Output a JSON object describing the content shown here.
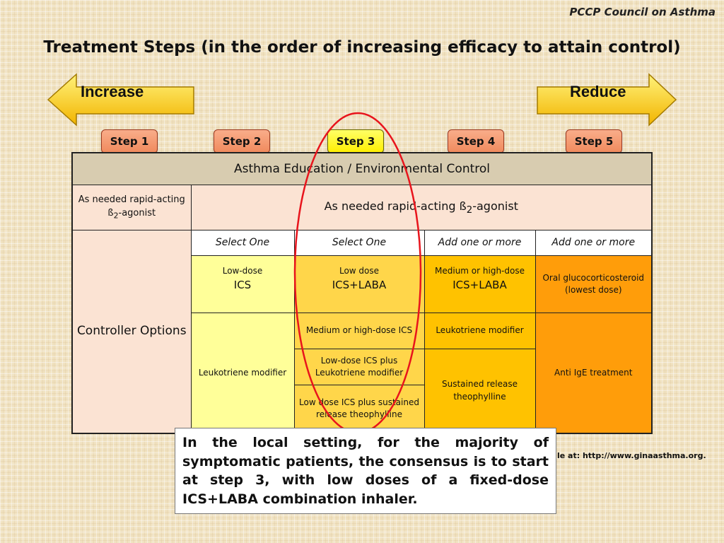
{
  "header": {
    "org": "PCCP  Council on Asthma"
  },
  "title": "Treatment Steps (in the order of increasing efficacy to attain control)",
  "arrows": {
    "left_label": "Increase",
    "right_label": "Reduce"
  },
  "steps": [
    "Step 1",
    "Step 2",
    "Step 3",
    "Step 4",
    "Step 5"
  ],
  "active_step": "Step 3",
  "table": {
    "education": "Asthma Education / Environmental Control",
    "rescue_left_pre": "As needed rapid-acting ß",
    "rescue_left_sub": "2",
    "rescue_left_post": "-agonist",
    "rescue_wide_pre": "As needed rapid-acting ß",
    "rescue_wide_sub": "2",
    "rescue_wide_post": "-agonist",
    "controller_label": "Controller Options",
    "select_headers": [
      "Select One",
      "Select One",
      "Add one or more",
      "Add one or more"
    ],
    "s2_low_dose": "Low-dose",
    "s2_ics": "ICS",
    "s3_low_dose": "Low dose",
    "s3_ics_laba": "ICS+LABA",
    "s4_medium_high": "Medium or high-dose",
    "s4_ics_laba": "ICS+LABA",
    "s5_oral": "Oral glucocorticosteroid (lowest dose)",
    "s2_leukotriene": "Leukotriene modifier",
    "s3_med_high_ics": "Medium or high-dose ICS",
    "s4_leukotriene": "Leukotriene modifier",
    "s5_anti_ige": "Anti IgE treatment",
    "s3_low_ics_leuko": "Low-dose ICS plus Leukotriene modifier",
    "s4_sustained": "Sustained release theophylline",
    "s3_low_ics_sustained": "Low dose ICS plus sustained release theophylline"
  },
  "footnote_partial": "le at: http://www.ginaasthma.org.",
  "note": "In the local setting, for the majority of symptomatic patients, the consensus is to start at step 3, with low doses of a fixed-dose ICS+LABA combination inhaler.",
  "colors": {
    "step_button": "#f08a5d",
    "step_active": "#ffee00",
    "arrow_fill": "#ffd21f",
    "ellipse": "#e8141c"
  }
}
